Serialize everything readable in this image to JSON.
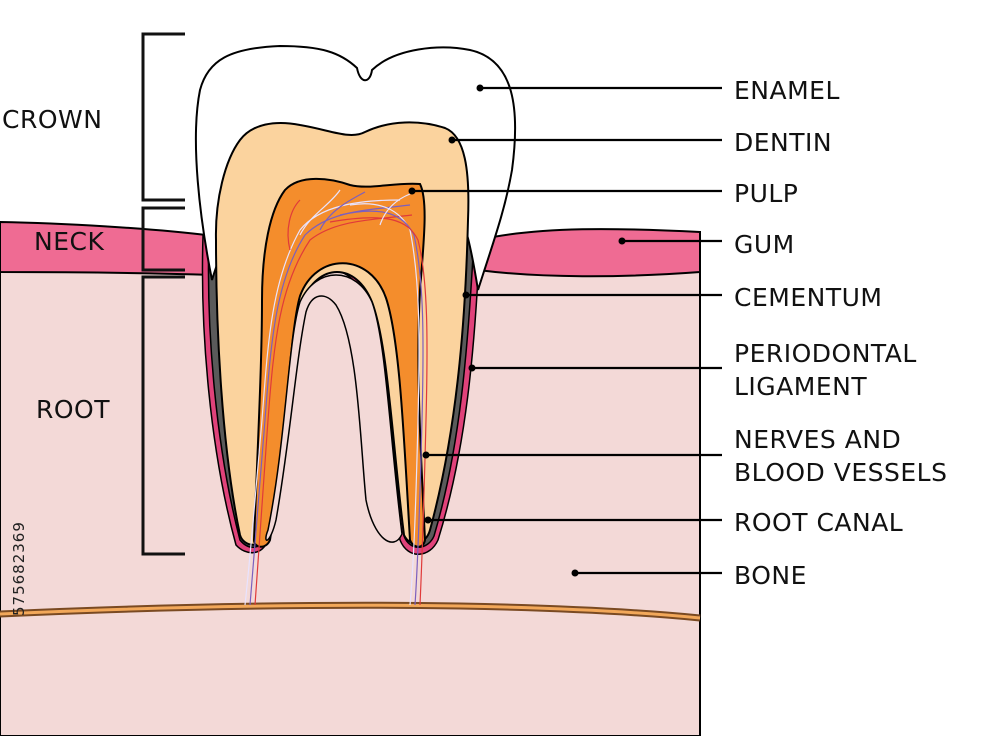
{
  "side_labels": {
    "crown": "CROWN",
    "neck": "NECK",
    "root": "ROOT"
  },
  "labels": {
    "enamel": "ENAMEL",
    "dentin": "DENTIN",
    "pulp": "PULP",
    "gum": "GUM",
    "cementum": "CEMENTUM",
    "periodontal_1": "PERIODONTAL",
    "periodontal_2": "LIGAMENT",
    "nerves_1": "NERVES AND",
    "nerves_2": "BLOOD VESSELS",
    "root_canal": "ROOT CANAL",
    "bone": "BONE"
  },
  "watermark_id": "575682369",
  "colors": {
    "bone": "#f3d9d7",
    "gum": "#ef6b93",
    "gum_light": "#f59ab5",
    "enamel": "#ffffff",
    "dentin": "#fbd39e",
    "pulp": "#f48d2c",
    "cementum": "#5a5a5a",
    "ligament": "#e0427a",
    "nerve": "#d7d0f0",
    "canal_line": "#c9762b"
  }
}
